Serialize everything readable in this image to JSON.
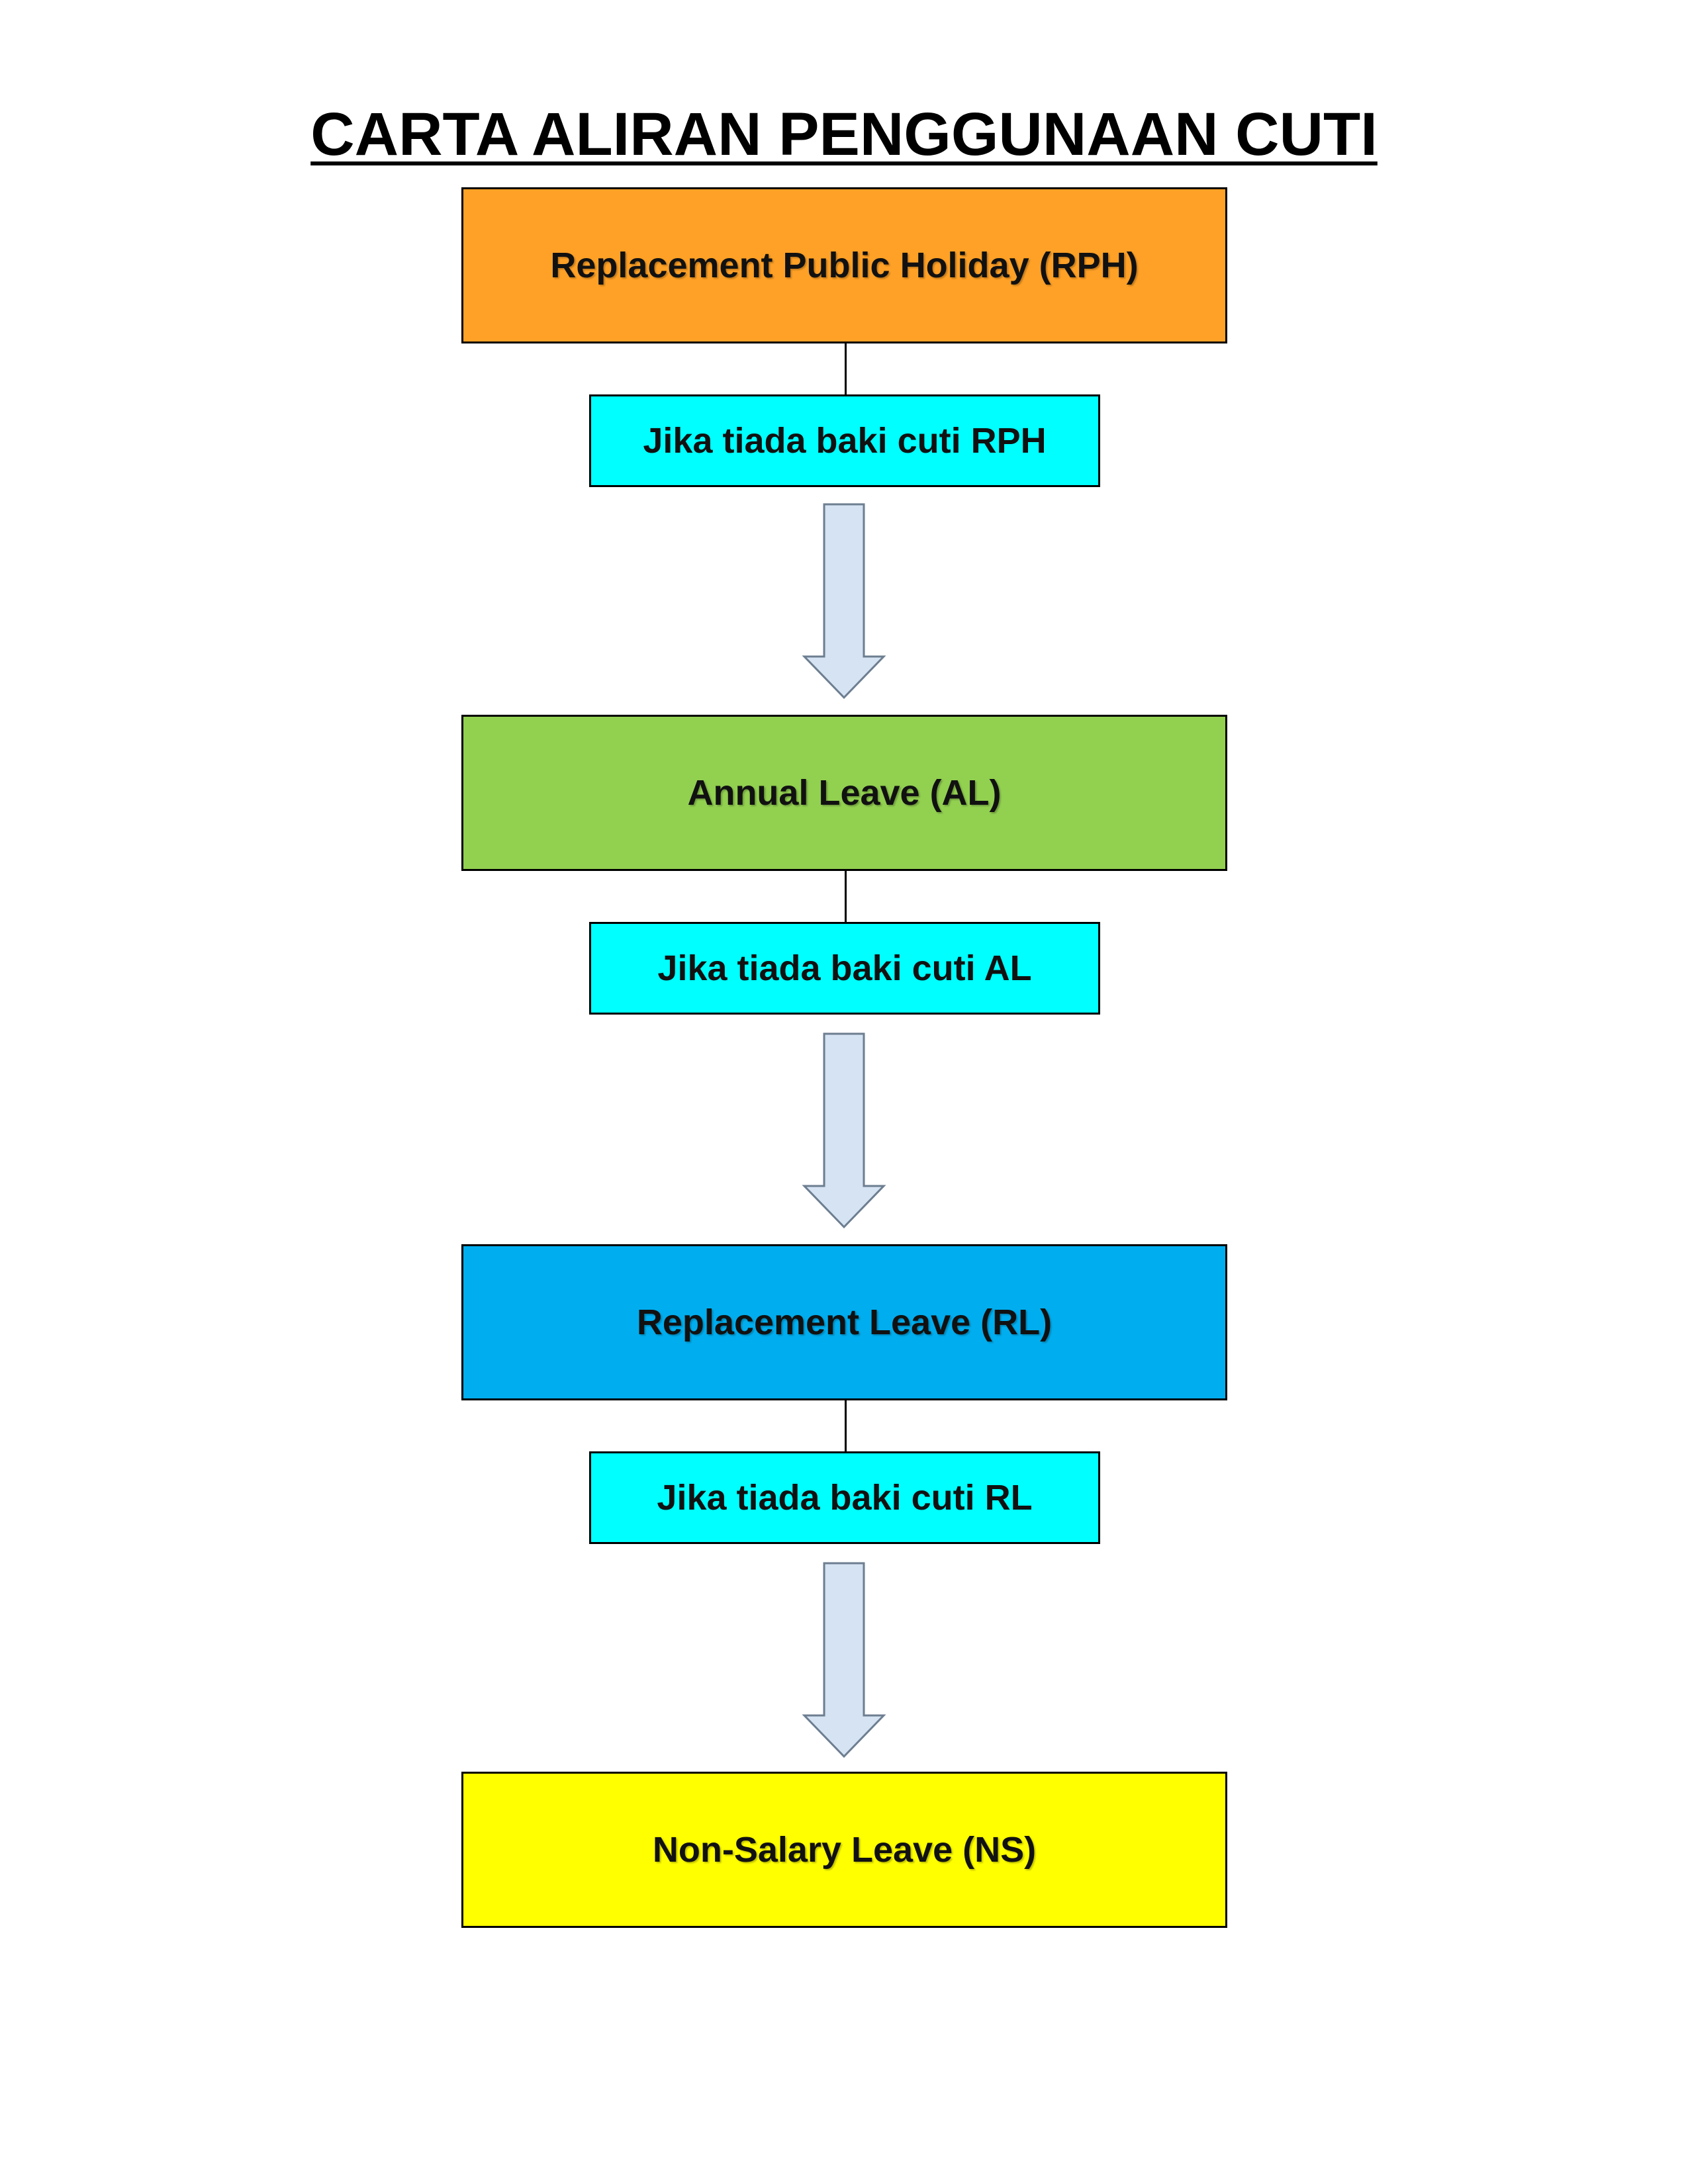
{
  "title": "CARTA ALIRAN PENGGUNAAN CUTI",
  "steps": [
    {
      "label": "Replacement Public Holiday (RPH)",
      "color": "#ffa126"
    },
    {
      "label": "Annual Leave (AL)",
      "color": "#92d050"
    },
    {
      "label": "Replacement Leave (RL)",
      "color": "#00aeef"
    },
    {
      "label": "Non-Salary Leave (NS)",
      "color": "#ffff00"
    }
  ],
  "conditions": [
    {
      "label": "Jika tiada baki cuti RPH",
      "color": "#00ffff"
    },
    {
      "label": "Jika tiada baki cuti AL",
      "color": "#00ffff"
    },
    {
      "label": "Jika tiada baki cuti RL",
      "color": "#00ffff"
    }
  ],
  "arrow_fill": "#d5e3f3"
}
